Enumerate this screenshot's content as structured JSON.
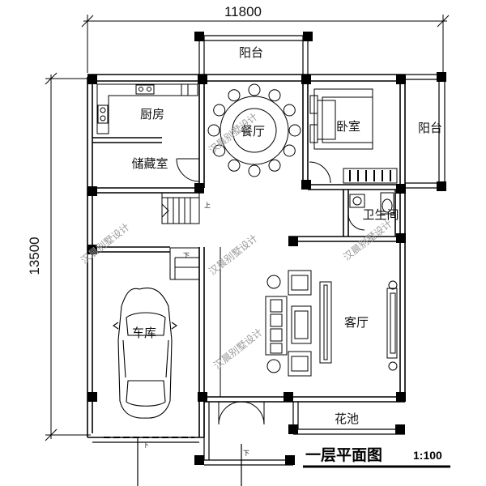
{
  "dimensions": {
    "width_label": "11800",
    "height_label": "13500"
  },
  "rooms": {
    "balcony_top": "阳台",
    "kitchen": "厨房",
    "dining": "餐厅",
    "bedroom": "卧室",
    "balcony_right": "阳台",
    "storage": "储藏室",
    "bathroom": "卫生间",
    "garage": "车库",
    "living": "客厅",
    "flower_bed": "花池"
  },
  "stair_marks": {
    "up": "上",
    "down_1": "下",
    "down_2": "下",
    "down_3": "下"
  },
  "watermark": "汉晨别墅设计",
  "title": {
    "text": "一层平面图",
    "scale": "1:100"
  }
}
